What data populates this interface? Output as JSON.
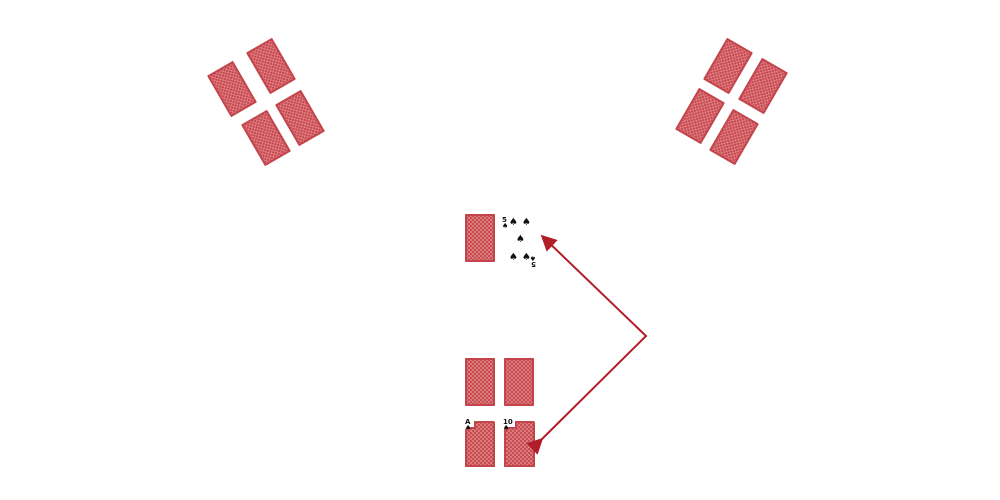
{
  "colors": {
    "card_back": "#c4444b",
    "card_back_pattern": "#e58c90",
    "card_face": "#ffffff",
    "suit_black": "#111111",
    "arrow": "#b11e2a"
  },
  "cards": {
    "opponent_left": {
      "count": 4,
      "face": "down"
    },
    "opponent_right": {
      "count": 4,
      "face": "down"
    },
    "stock": {
      "face": "down"
    },
    "discard": {
      "rank": "5",
      "suit": "spades",
      "suit_glyph": "♠",
      "face": "up"
    },
    "player_top_row": [
      {
        "face": "down"
      },
      {
        "face": "down"
      }
    ],
    "player_bottom_row": [
      {
        "rank": "A",
        "suit": "spades",
        "suit_glyph": "♠",
        "face": "partially-covered"
      },
      {
        "rank": "10",
        "suit": "spades",
        "suit_glyph": "♠",
        "face": "partially-covered"
      }
    ]
  },
  "arrow": {
    "icon": "swap-arrow-icon",
    "from": "player_bottom_row.1",
    "to": "discard"
  }
}
